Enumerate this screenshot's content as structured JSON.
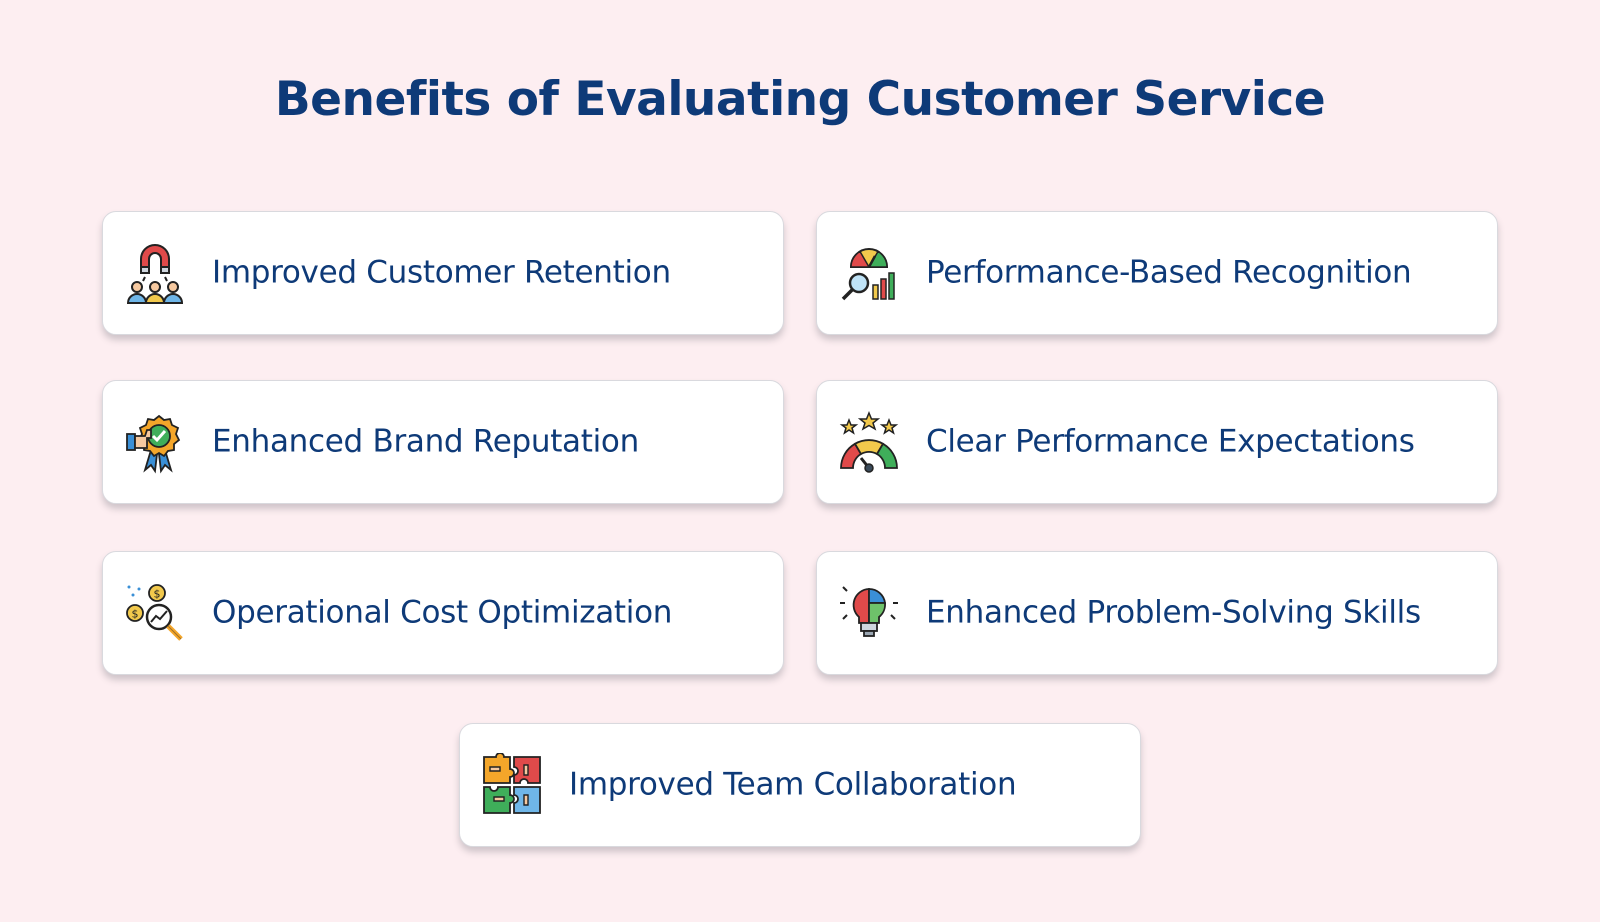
{
  "title": "Benefits of Evaluating Customer Service",
  "colors": {
    "background": "#fdeef1",
    "card": "#ffffff",
    "text": "#0e3a78"
  },
  "benefits": [
    {
      "label": "Improved Customer Retention",
      "icon": "magnet-customers-icon"
    },
    {
      "label": "Performance-Based Recognition",
      "icon": "gauge-chart-magnifier-icon"
    },
    {
      "label": "Enhanced Brand Reputation",
      "icon": "badge-thumbs-up-icon"
    },
    {
      "label": "Clear Performance Expectations",
      "icon": "stars-gauge-icon"
    },
    {
      "label": "Operational Cost Optimization",
      "icon": "coins-magnifier-icon"
    },
    {
      "label": "Enhanced Problem-Solving Skills",
      "icon": "puzzle-lightbulb-icon"
    },
    {
      "label": "Improved Team Collaboration",
      "icon": "puzzle-hands-icon"
    }
  ]
}
